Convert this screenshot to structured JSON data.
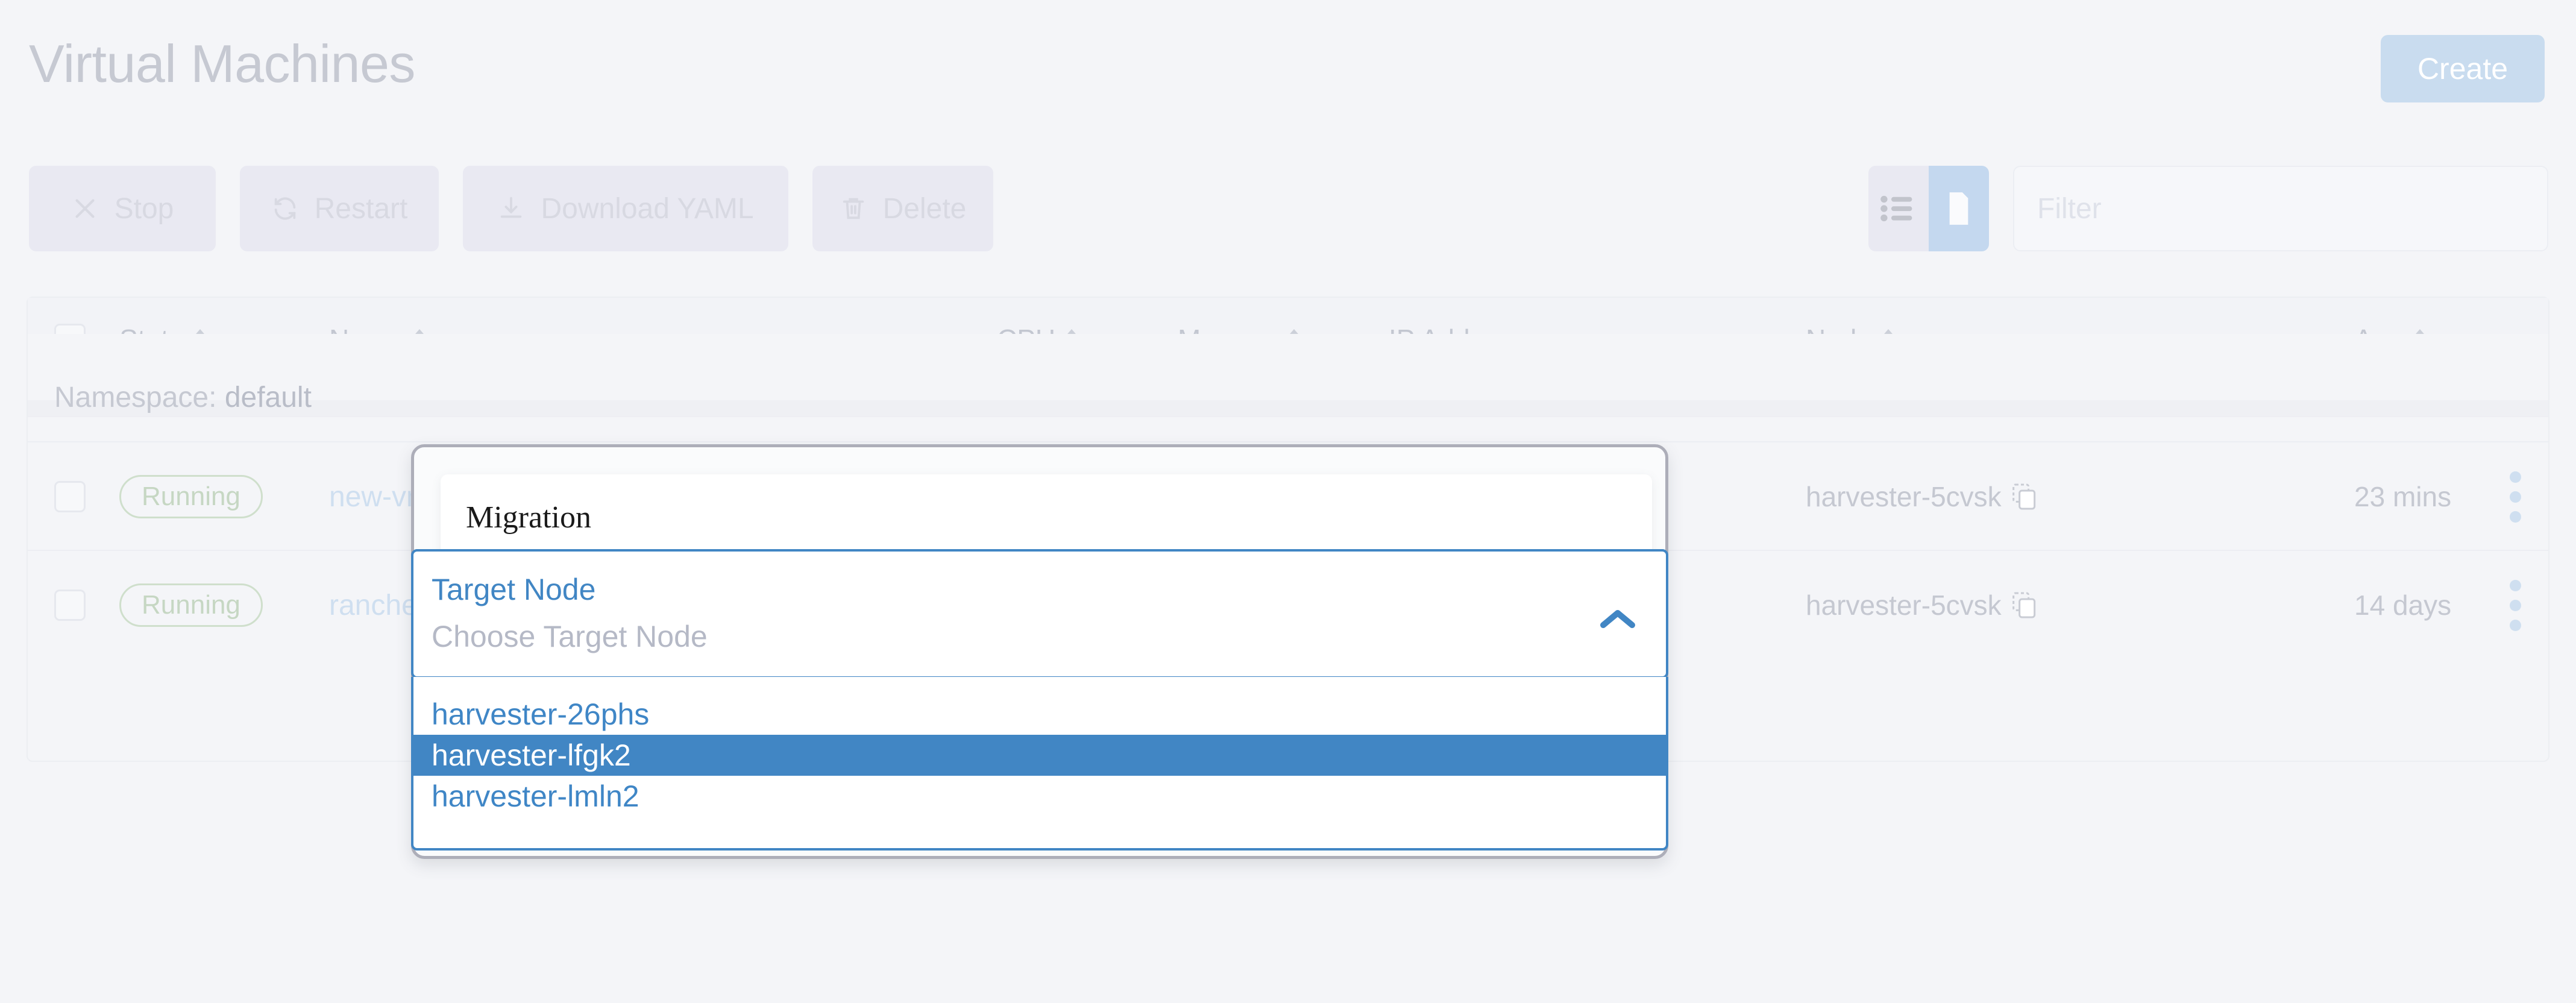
{
  "header": {
    "title": "Virtual Machines",
    "create_label": "Create"
  },
  "toolbar": {
    "buttons": [
      {
        "label": "Stop",
        "icon": "close-icon"
      },
      {
        "label": "Restart",
        "icon": "refresh-icon"
      },
      {
        "label": "Download YAML",
        "icon": "download-icon"
      },
      {
        "label": "Delete",
        "icon": "trash-icon"
      }
    ],
    "view_toggle": [
      {
        "name": "list-view",
        "icon": "list-icon",
        "active": false
      },
      {
        "name": "group-view",
        "icon": "file-icon",
        "active": true
      }
    ],
    "filter_placeholder": "Filter",
    "filter_value": ""
  },
  "table": {
    "columns": [
      {
        "label": "State",
        "sortable": true
      },
      {
        "label": "Name",
        "sortable": true
      },
      {
        "label": "CPU",
        "sortable": true
      },
      {
        "label": "Memory",
        "sortable": true
      },
      {
        "label": "IP Address",
        "sortable": false
      },
      {
        "label": "Node",
        "sortable": true
      },
      {
        "label": "Age",
        "sortable": true
      }
    ],
    "group_label_prefix": "Namespace:",
    "group_label_value": "default",
    "rows": [
      {
        "state": "Running",
        "name": "new-vm",
        "cpu": "",
        "memory": "",
        "ip_address": "",
        "node": "harvester-5cvsk",
        "age": "23 mins"
      },
      {
        "state": "Running",
        "name": "rancher",
        "cpu": "",
        "memory": "",
        "ip_address": "",
        "node": "harvester-5cvsk",
        "age": "14 days"
      }
    ]
  },
  "modal": {
    "title": "Migration",
    "select": {
      "label": "Target Node",
      "placeholder": "Choose Target Node",
      "value": "",
      "expanded": true,
      "options": [
        {
          "label": "harvester-26phs",
          "selected": false
        },
        {
          "label": "harvester-lfgk2",
          "selected": true
        },
        {
          "label": "harvester-lmln2",
          "selected": false
        }
      ]
    }
  },
  "colors": {
    "page_background": "#f4f5f8",
    "accent_blue": "#4186c4",
    "muted_text": "#c6c9d2",
    "link_blue": "#cfdff0",
    "create_button": "#c9dcef",
    "toolbar_button": "#e9e9f2",
    "toggle_active": "#c4d8ef",
    "running_badge_border": "#cfdfcc",
    "modal_border": "#adaeb9"
  }
}
